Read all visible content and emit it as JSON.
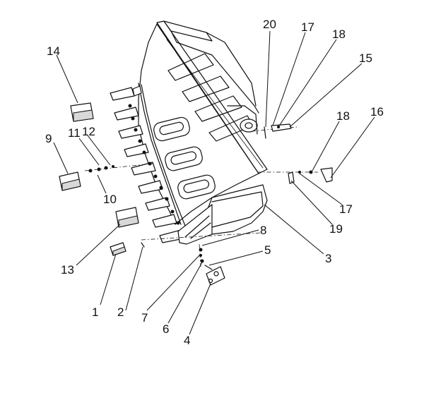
{
  "diagram": {
    "callouts": [
      {
        "id": "c1",
        "text": "1"
      },
      {
        "id": "c2",
        "text": "2"
      },
      {
        "id": "c3",
        "text": "3"
      },
      {
        "id": "c4",
        "text": "4"
      },
      {
        "id": "c5",
        "text": "5"
      },
      {
        "id": "c6",
        "text": "6"
      },
      {
        "id": "c7",
        "text": "7"
      },
      {
        "id": "c8",
        "text": "8"
      },
      {
        "id": "c9",
        "text": "9"
      },
      {
        "id": "c10",
        "text": "10"
      },
      {
        "id": "c11",
        "text": "11"
      },
      {
        "id": "c12",
        "text": "12"
      },
      {
        "id": "c13",
        "text": "13"
      },
      {
        "id": "c14",
        "text": "14"
      },
      {
        "id": "c15",
        "text": "15"
      },
      {
        "id": "c16",
        "text": "16"
      },
      {
        "id": "c17a",
        "text": "17"
      },
      {
        "id": "c17b",
        "text": "17"
      },
      {
        "id": "c18a",
        "text": "18"
      },
      {
        "id": "c18b",
        "text": "18"
      },
      {
        "id": "c19",
        "text": "19"
      },
      {
        "id": "c20",
        "text": "20"
      }
    ]
  }
}
